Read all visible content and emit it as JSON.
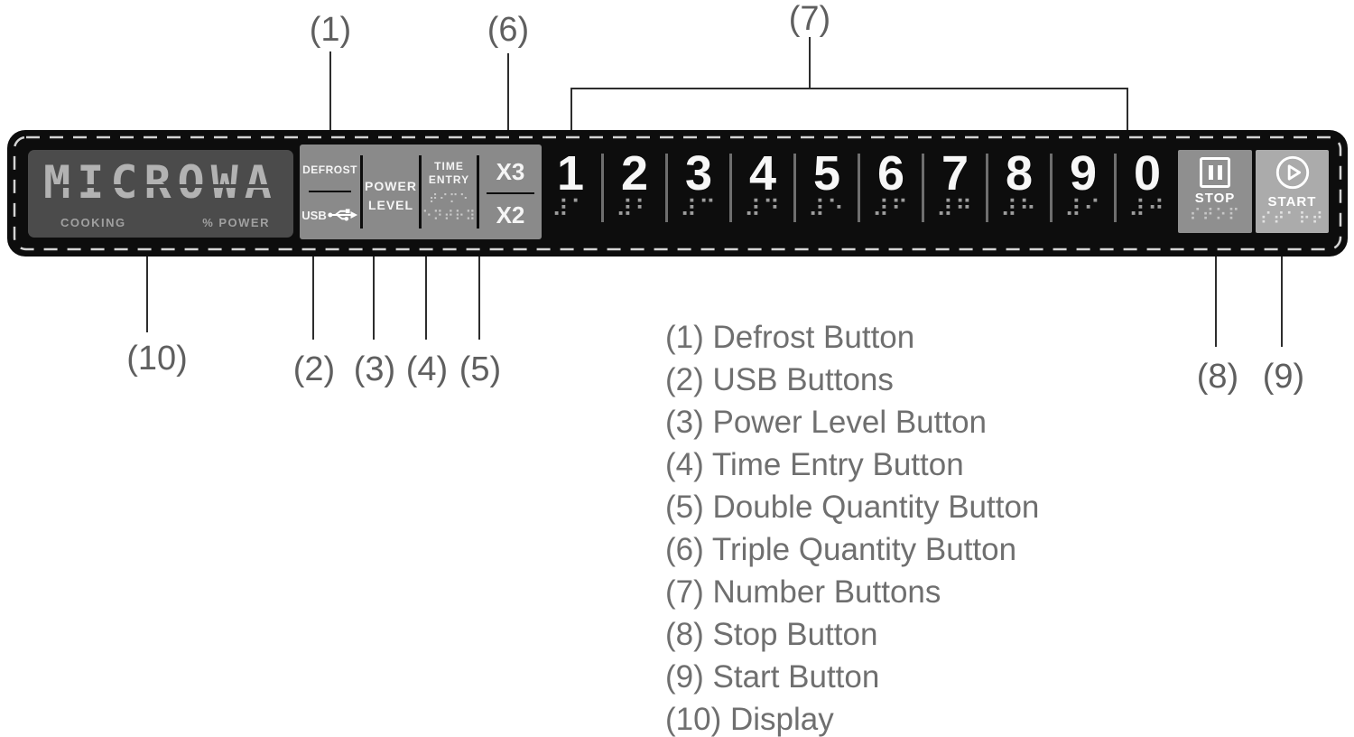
{
  "colors": {
    "panel_bg": "#0d0d0d",
    "stitch_border": "#d4d4d4",
    "display_bezel": "#4b4b4b",
    "lcd_text": "#b2b2b2",
    "function_button_gray": "#8a8a8a",
    "stop_button_gray": "#8f8f8f",
    "start_button_gray": "#ababab",
    "digit_white": "#f7f7f7",
    "annotation_gray": "#6f6f6f"
  },
  "panel": {
    "display": {
      "text": "MICROWA",
      "cooking_label": "COOKING",
      "power_label": "% POWER"
    },
    "defrost_label": "DEFROST",
    "usb_label": "USB",
    "power_level": [
      "POWER",
      "LEVEL"
    ],
    "time_entry": [
      "TIME",
      "ENTRY"
    ],
    "time_entry_braille": [
      "⠞⠊⠍⠑",
      "⠑⠝⠞⠗⠽"
    ],
    "x3_label": "X3",
    "x2_label": "X2",
    "numbers": [
      {
        "digit": "1",
        "braille": "⠼⠁"
      },
      {
        "digit": "2",
        "braille": "⠼⠃"
      },
      {
        "digit": "3",
        "braille": "⠼⠉"
      },
      {
        "digit": "4",
        "braille": "⠼⠙"
      },
      {
        "digit": "5",
        "braille": "⠼⠑"
      },
      {
        "digit": "6",
        "braille": "⠼⠋"
      },
      {
        "digit": "7",
        "braille": "⠼⠛"
      },
      {
        "digit": "8",
        "braille": "⠼⠓"
      },
      {
        "digit": "9",
        "braille": "⠼⠊"
      },
      {
        "digit": "0",
        "braille": "⠼⠚"
      }
    ],
    "stop": {
      "label": "STOP",
      "braille": "⠎⠞⠕⠏"
    },
    "start": {
      "label": "START",
      "braille": "⠎⠞⠁⠗⠞"
    }
  },
  "callouts": {
    "c1": "(1)",
    "c2": "(2)",
    "c3": "(3)",
    "c4": "(4)",
    "c5": "(5)",
    "c6": "(6)",
    "c7": "(7)",
    "c8": "(8)",
    "c9": "(9)",
    "c10": "(10)"
  },
  "legend": {
    "items": [
      "(1) Defrost Button",
      "(2) USB Buttons",
      "(3) Power Level Button",
      "(4) Time Entry Button",
      "(5) Double Quantity Button",
      "(6) Triple Quantity Button",
      "(7) Number Buttons",
      "(8) Stop Button",
      "(9) Start Button",
      "(10) Display"
    ]
  }
}
